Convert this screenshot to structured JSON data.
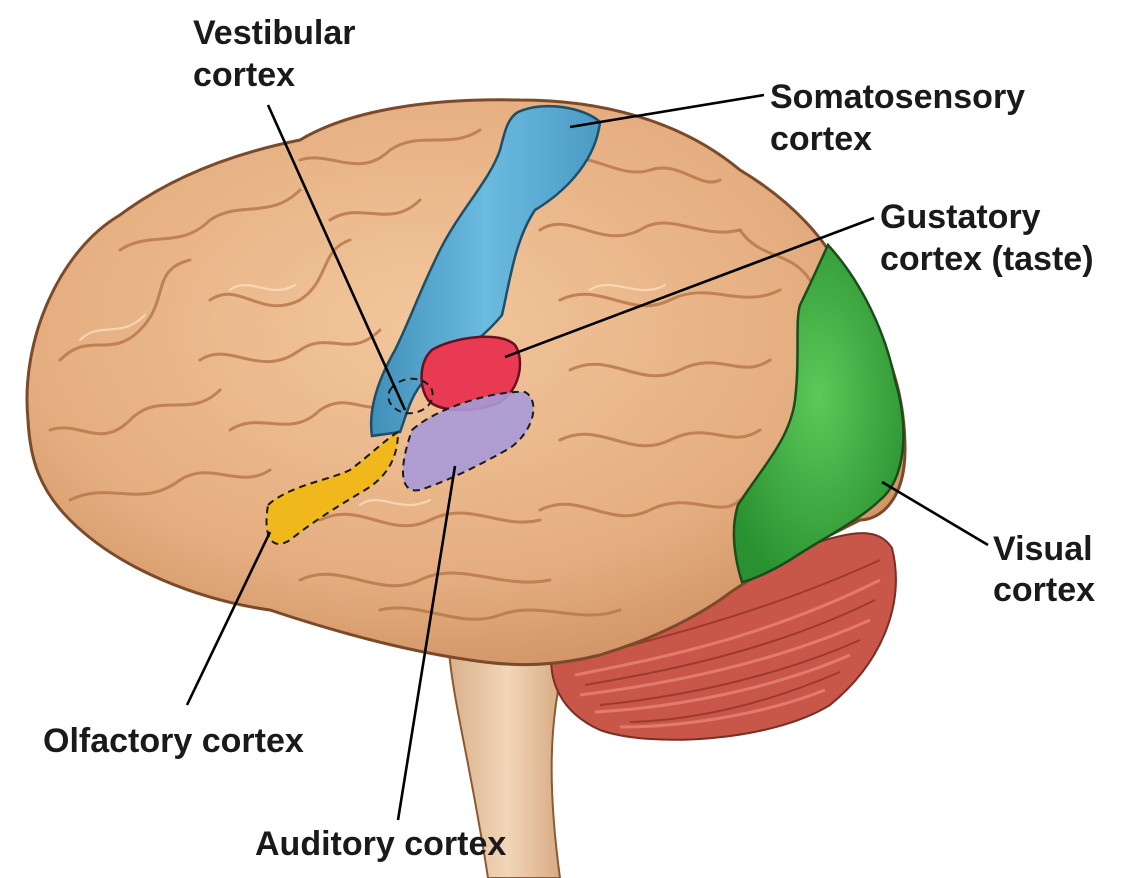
{
  "labels": {
    "vestibular": {
      "line1": "Vestibular",
      "line2": "cortex"
    },
    "somatosensory": {
      "line1": "Somatosensory",
      "line2": "cortex"
    },
    "gustatory": {
      "line1": "Gustatory",
      "line2": "cortex (taste)"
    },
    "visual": {
      "line1": "Visual",
      "line2": "cortex"
    },
    "olfactory": {
      "line1": "Olfactory cortex"
    },
    "auditory": {
      "line1": "Auditory cortex"
    }
  },
  "colors": {
    "background": "#ffffff",
    "brain": "#e7b386",
    "brain_shadow": "#c98b5a",
    "brain_outline": "#7a4a2a",
    "somatosensory": "#5aa9d0",
    "gustatory": "#e83a52",
    "auditory": "#a99ad8",
    "olfactory": "#f0b81a",
    "visual": "#3bab3e",
    "cerebellum": "#c8574a",
    "brainstem": "#eac7a4",
    "leader_line": "#000000"
  }
}
